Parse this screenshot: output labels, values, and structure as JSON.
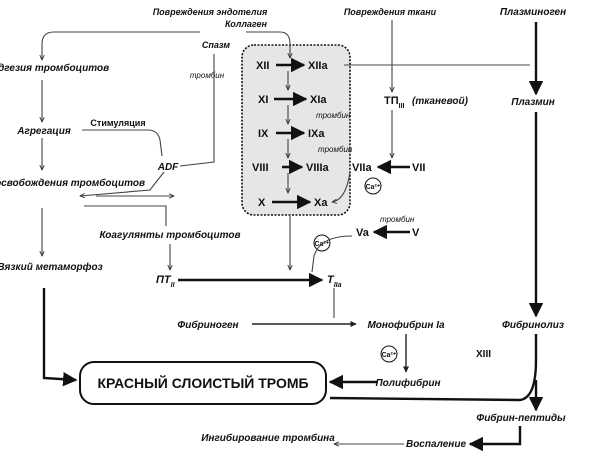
{
  "labels": {
    "endothelium_damage": "Повреждения эндотелия",
    "collagen": "Коллаген",
    "tissue_damage": "Повреждения ткани",
    "plasminogen": "Плазминоген",
    "spasm": "Спазм",
    "thrombin_1": "тромбин",
    "thrombin_2": "тромбин",
    "thrombin_3": "тромбин",
    "thrombin_4": "тромбин",
    "platelet_adhesion": "Адгезия тромбоцитов",
    "aggregation": "Агрегация",
    "stimulation": "Стимуляция",
    "adf": "ADF",
    "release_reaction": "Реакция освобождения тромбоцитов",
    "platelet_coagulants": "Коагулянты тромбоцитов",
    "viscous_metamorphosis": "Вязкий метаморфоз",
    "plasmin": "Плазмин",
    "tissue_suffix": "(тканевой)",
    "fibrinogen": "Фибриноген",
    "monofibrin": "Монофибрин Ia",
    "fibrinolysis": "Фибринолиз",
    "red_thrombus": "КРАСНЫЙ СЛОИСТЫЙ ТРОМБ",
    "polyfibrin": "Полифибрин",
    "fibrin_peptides": "Фибрин-пептиды",
    "thrombin_inhibition": "Ингибирование тромбина",
    "inflammation": "Воспаление",
    "xiii": "XIII",
    "ca2": "Ca²⁺"
  },
  "factors": {
    "xii": "XII",
    "xiia": "XIIa",
    "xi": "XI",
    "xia": "XIa",
    "ix": "IX",
    "ixa": "IXa",
    "viii": "VIII",
    "viiia": "VIIIa",
    "x": "X",
    "xa": "Xa",
    "viia": "VIIa",
    "vii": "VII",
    "va": "Va",
    "v": "V",
    "tiii_main": "TП",
    "tiii_sub": "III",
    "pt_main": "ПТ",
    "pt_sub": "II",
    "t_main": "T",
    "t_sub": "IIa"
  },
  "colors": {
    "box_fill": "#e6e6e6",
    "line": "#111111"
  }
}
